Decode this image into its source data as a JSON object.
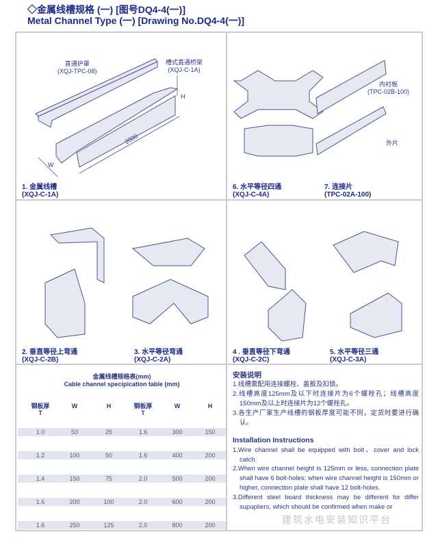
{
  "title": {
    "zh": "◇金属线槽规格 (一) [图号DQ4-4(一)]",
    "en": "Metal Channel Type (一) [Drawing No.DQ4-4(一)]"
  },
  "panels": {
    "p1": {
      "caption1": "1. 金属线槽",
      "caption2": "(XQJ-C-1A)",
      "cover_label": "直通护罩",
      "cover_code": "(XQJ-TPC-08)",
      "tray_label": "槽式直通桥架",
      "tray_code": "(XQJ-C-1A)",
      "dim_length": "2000",
      "dim_w": "W",
      "dim_h": "H"
    },
    "p6": {
      "caption1": "6. 水平等径四通",
      "caption2": "(XQJ-C-4A)"
    },
    "p7": {
      "caption1": "7. 连接片",
      "caption2": "(TPC-02A-100)",
      "inner_label": "内衬板",
      "inner_code": "(TPC-02B-100)",
      "outer_label": "外片"
    },
    "p2": {
      "caption1": "2. 垂直等径上弯通",
      "caption2": "(XQJ-C-2B)"
    },
    "p3": {
      "caption1": "3. 水平等径弯通",
      "caption2": "(XQJ-C-2A)"
    },
    "p4": {
      "caption1": "4 . 垂直等径下弯通",
      "caption2": "(XQJ-C-2C)"
    },
    "p5": {
      "caption1": "5. 水平等径三通",
      "caption2": "(XQJ-C-3A)"
    }
  },
  "table": {
    "title_zh": "金属线槽规格表(mm)",
    "title_en": "Cable channel specipication table (mm)",
    "headers": [
      "钢板厚\nT",
      "W",
      "H",
      "钢板厚\nT",
      "W",
      "H"
    ],
    "rows": [
      [
        "1.0",
        "50",
        "25",
        "1.6",
        "300",
        "150"
      ],
      [
        "1.2",
        "100",
        "50",
        "1.6",
        "400",
        "200"
      ],
      [
        "1.4",
        "150",
        "75",
        "2.0",
        "500",
        "200"
      ],
      [
        "1.6",
        "200",
        "100",
        "2.0",
        "600",
        "200"
      ],
      [
        "1.6",
        "250",
        "125",
        "2.0",
        "800",
        "200"
      ]
    ]
  },
  "instructions": {
    "zh_title": "安装说明",
    "zh": [
      "1.线槽需配用连接螺栓、盖板及扣锁。",
      "2.线槽高度125mm及以下时连接片为6个螺栓孔；线槽高度150mm及以上时连接片为12个螺栓孔。",
      "3.各生产厂家生产线槽的钢板厚度可能不同，定货时要进行确认。"
    ],
    "en_title": "Installation Instructions",
    "en": [
      "1.Wire channel shall be equipped with bolt、cover and lock catch.",
      "2.When wire channel height is 125mm or less, connection plate shall have 6 bolt-holes; when wire channel height is 150mm or higher, connection plate shall have 12 bolt-holes.",
      "3.Different steel board thickness may be different for differ  supupliers, which should be confirmed when make or"
    ]
  },
  "watermark": "建筑水电安装知识平台",
  "colors": {
    "text": "#1d2a86",
    "line": "#4a5590",
    "stripe": "#e3e5ee"
  }
}
